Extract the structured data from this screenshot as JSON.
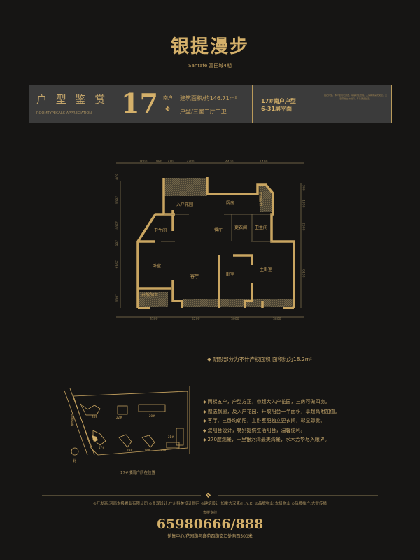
{
  "brand": {
    "title": "银提漫步",
    "subtitle": "Santafe 富田城4期"
  },
  "infobar": {
    "heading_cn": "户 型 鉴 赏",
    "heading_en": "ROOMTYPECALC  APPRECIATION",
    "unit_number": "17",
    "unit_suffix": "南户",
    "area": "建筑面积/约146.71m²",
    "layout": "户型/三室二厅二卫",
    "plan_title_1": "17#南户户型",
    "plan_title_2": "6-31层平面",
    "description": "钻石户型。本户型南北通透，动静分区合理，三房朝南采光充足，主卧带独立衣帽间，尽享舒适生活。"
  },
  "floorplan": {
    "rooms": [
      "入户花园",
      "厨房",
      "开敞阳台",
      "卫生间",
      "餐厅",
      "更衣间",
      "卫生间",
      "卧室",
      "客厅",
      "卧室",
      "主卧室",
      "开敞阳台"
    ],
    "dims_top": [
      "1600",
      "980",
      "710",
      "3200",
      "4400",
      "1400"
    ],
    "dims_bottom": [
      "3300",
      "4200",
      "3000",
      "3800"
    ],
    "dims_left": [
      "500",
      "2800",
      "2500",
      "286",
      "3914",
      "1800"
    ],
    "dims_right": [
      "900",
      "1900",
      "2500",
      "6100"
    ],
    "gold": "#c9a561"
  },
  "shaded_note": "阴影部分为不计产权面积  面积约为18.2m²",
  "features": [
    "两梯五户，户型方正，带超大入户花园，三房可做四房。",
    "赠送飘窗，及入户花园、开敞阳台一半面积，享超高附加值。",
    "客厅、三卧均朝阳，主卧室配独立更衣间，彰显尊贵。",
    "双阳台设计，特别提供生活阳台，温馨便利。",
    "270度观景，十里银河湾最美湾景，水木芳华尽入眼界。"
  ],
  "siteplan": {
    "buildings": [
      "24#",
      "22#",
      "20#",
      "21#",
      "17#",
      "19#",
      "18#",
      "20#"
    ],
    "road": "花园西路",
    "north": "北",
    "caption": "17#楼南户所在位置"
  },
  "footer": {
    "credits": "⊙开发商:河南太极置业有限公司  ⊙景观设计:广州科美设计顾问  ⊙建筑设计:加拿大汉克(H.N.K)  ⊙品牌物业:太极物业  ⊙品牌推广:大智传播",
    "hotline_label": "售楼专线",
    "phone": "65980666/888",
    "address": "销售中心/花园路与鑫苑西路交汇处向西500米"
  }
}
